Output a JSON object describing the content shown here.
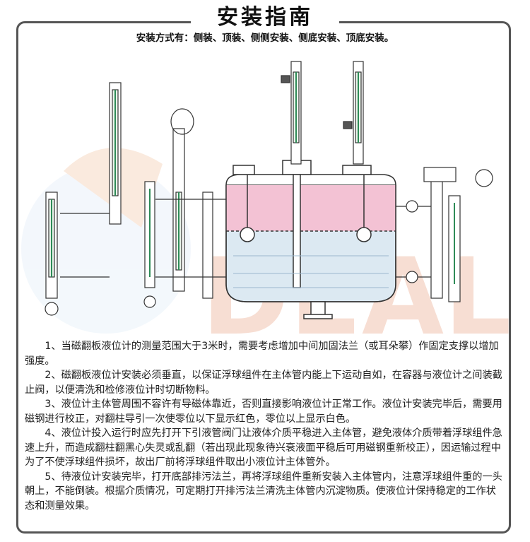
{
  "header": {
    "title": "安装指南",
    "subtitle": "安装方式有：侧装、顶装、侧侧安装、侧底安装、顶底安装。"
  },
  "watermark": {
    "text": "DEAL",
    "color": "#f2c4b0"
  },
  "colors": {
    "vapor": "#f3c2d4",
    "liquid": "#dce9f2",
    "frame": "#555555",
    "indicator_green": "#2e8b57",
    "indicator_red": "#c0392b"
  },
  "notes": [
    "1、当磁翻板液位计的测量范围大于3米时，需要考虑增加中间加固法兰（或耳朵攀）作固定支撑以增加强度。",
    "2、磁翻板液位计安装必须垂直，以保证浮球组件在主体管内能上下运动自如，在容器与液位计之间装截止阀，以便清洗和检修液位计时切断物料。",
    "3、液位计主体管周围不容许有导磁体靠近，否则直接影响液位计正常工作。液位计安装完毕后，需要用磁钢进行校正，对翻柱导引一次使零位以下显示红色，零位以上显示白色。",
    "4、液位计投入运行时应先打开下引液管阀门让液体介质平稳进入主体管，避免液体介质带着浮球组件急速上升，而造成翻柱翻黑心失灵或乱翻（若出现此现象待兴衰液面平稳后可用磁钢重新校正），因运输过程中为了不使浮球组件损坏，故出厂前将浮球组件取出小液位计主体管外。",
    "5、待液位计安装完毕，打开底部排污法兰，再将浮球组件重新安装入主体管内，注意浮球组件重的一头朝上，不能倒装。根据介质情况，可定期打开排污法兰清洗主体管内沉淀物质。使液位计保持稳定的工作状态和测量效果。"
  ]
}
